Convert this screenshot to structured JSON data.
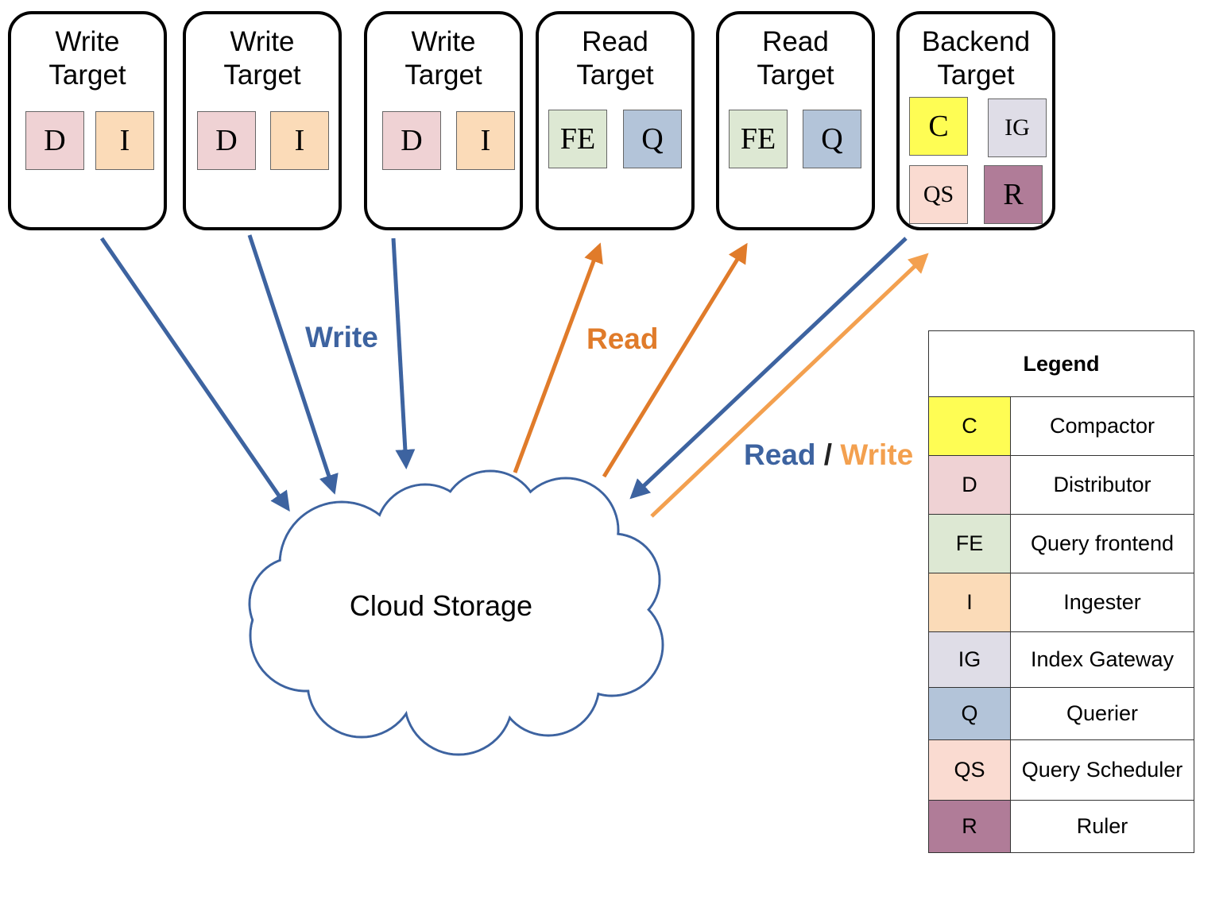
{
  "colors": {
    "write": "#3d63a0",
    "read": "#e07b2a",
    "backend_write": "#f3a04f",
    "C": "#fefd54",
    "D": "#efd2d4",
    "FE": "#dde8d3",
    "I": "#fbdbb8",
    "IG": "#dfdde7",
    "Q": "#b3c4d9",
    "QS": "#fadbd1",
    "R": "#b07c98"
  },
  "targets": [
    {
      "title_line1": "Write",
      "title_line2": "Target",
      "components": [
        "D",
        "I"
      ]
    },
    {
      "title_line1": "Write",
      "title_line2": "Target",
      "components": [
        "D",
        "I"
      ]
    },
    {
      "title_line1": "Write",
      "title_line2": "Target",
      "components": [
        "D",
        "I"
      ]
    },
    {
      "title_line1": "Read",
      "title_line2": "Target",
      "components": [
        "FE",
        "Q"
      ]
    },
    {
      "title_line1": "Read",
      "title_line2": "Target",
      "components": [
        "FE",
        "Q"
      ]
    },
    {
      "title_line1": "Backend",
      "title_line2": "Target",
      "components": [
        "C",
        "IG",
        "QS",
        "R"
      ]
    }
  ],
  "labels": {
    "write": "Write",
    "read": "Read",
    "backend_read": "Read",
    "backend_sep": "/",
    "backend_write": "Write"
  },
  "cloud": {
    "label": "Cloud Storage"
  },
  "legend": {
    "title": "Legend",
    "items": [
      {
        "code": "C",
        "name": "Compactor"
      },
      {
        "code": "D",
        "name": "Distributor"
      },
      {
        "code": "FE",
        "name": "Query frontend"
      },
      {
        "code": "I",
        "name": "Ingester"
      },
      {
        "code": "IG",
        "name": "Index Gateway"
      },
      {
        "code": "Q",
        "name": "Querier"
      },
      {
        "code": "QS",
        "name": "Query Scheduler"
      },
      {
        "code": "R",
        "name": "Ruler"
      }
    ]
  }
}
